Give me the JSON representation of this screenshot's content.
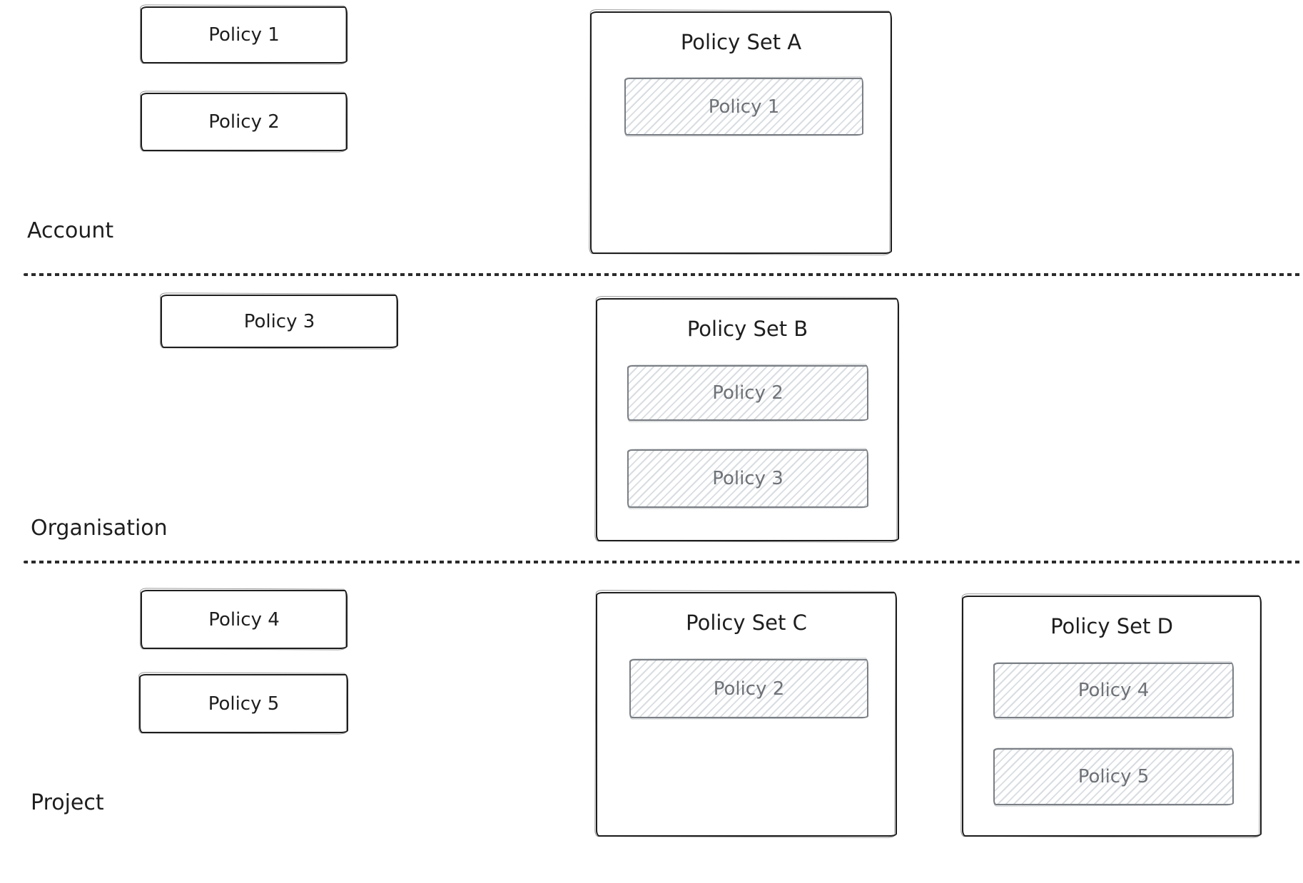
{
  "tiers": [
    {
      "label": "Account"
    },
    {
      "label": "Organisation"
    },
    {
      "label": "Project"
    }
  ],
  "standalone_policies": [
    {
      "label": "Policy 1"
    },
    {
      "label": "Policy 2"
    },
    {
      "label": "Policy 3"
    },
    {
      "label": "Policy 4"
    },
    {
      "label": "Policy 5"
    }
  ],
  "policy_sets": [
    {
      "title": "Policy Set A",
      "members": [
        "Policy 1"
      ]
    },
    {
      "title": "Policy Set B",
      "members": [
        "Policy 2",
        "Policy 3"
      ]
    },
    {
      "title": "Policy Set C",
      "members": [
        "Policy 2"
      ]
    },
    {
      "title": "Policy Set D",
      "members": [
        "Policy 4",
        "Policy 5"
      ]
    }
  ],
  "colors": {
    "ink": "#1e1e1e",
    "member_border": "#7a7f85",
    "member_text": "#6e7277",
    "hatch_line": "#d9dde1",
    "background": "#ffffff"
  }
}
